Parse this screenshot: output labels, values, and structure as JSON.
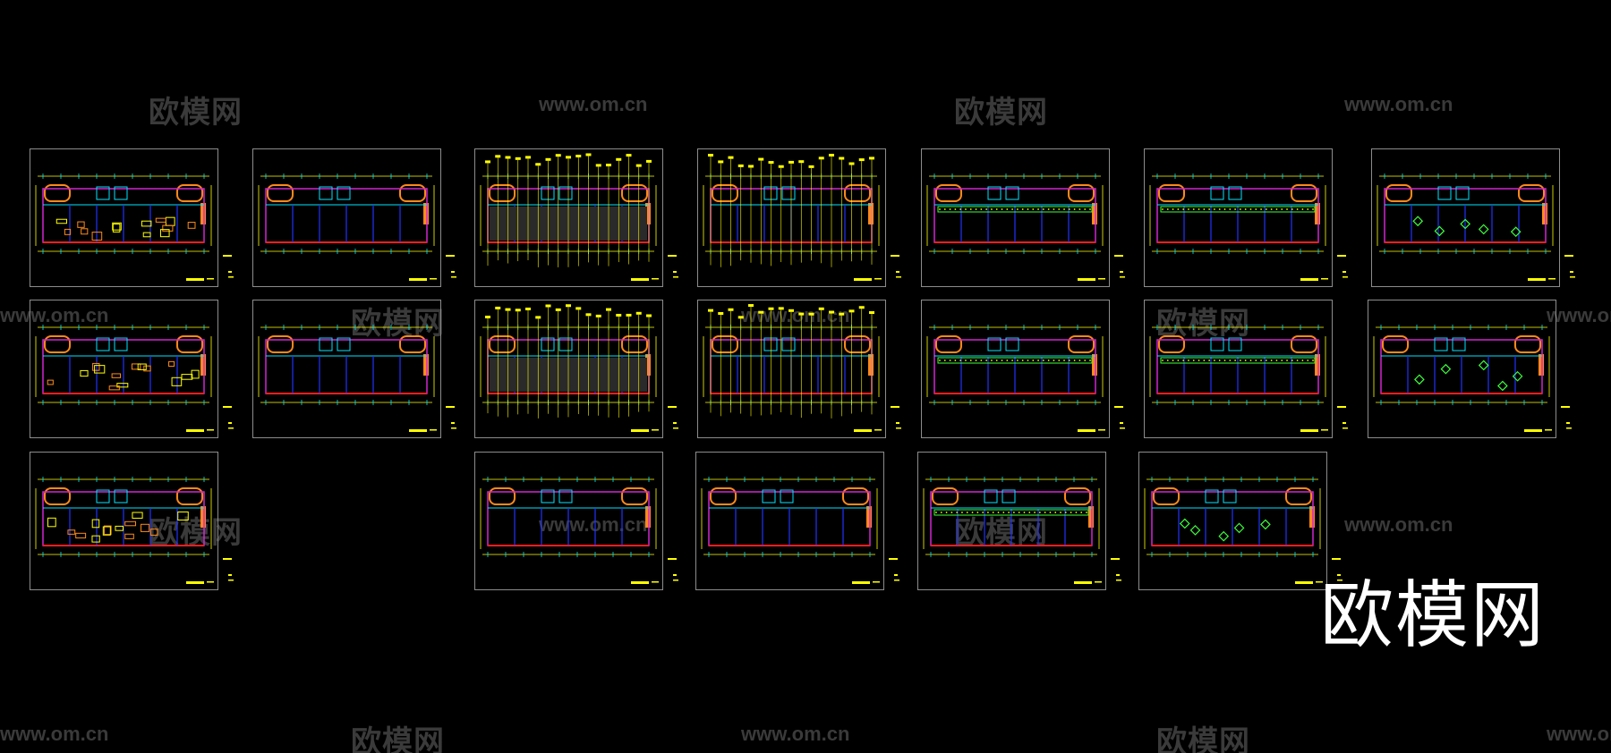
{
  "watermarks": {
    "cn_text": "欧模网",
    "url_text": "www.om.cn"
  },
  "logo": {
    "text": "欧模网"
  },
  "colors": {
    "background": "#000000",
    "frame": "#8c8c8c",
    "wall": "#d126d1",
    "dim_line": "#ffff00",
    "cyan": "#00e5ff",
    "blue": "#2233ff",
    "orange": "#ff8a1a",
    "red": "#ff2020",
    "green": "#3cff3c"
  },
  "sheets": [
    {
      "id": "r1-1",
      "variant": "furniture"
    },
    {
      "id": "r1-2",
      "variant": "plain"
    },
    {
      "id": "r1-3",
      "variant": "hatch-dims"
    },
    {
      "id": "r1-4",
      "variant": "dense-dims"
    },
    {
      "id": "r1-5",
      "variant": "ceiling"
    },
    {
      "id": "r1-6",
      "variant": "lighting"
    },
    {
      "id": "r1-7",
      "variant": "diamond"
    },
    {
      "id": "r2-1",
      "variant": "furniture"
    },
    {
      "id": "r2-2",
      "variant": "plain"
    },
    {
      "id": "r2-3",
      "variant": "hatch-dims"
    },
    {
      "id": "r2-4",
      "variant": "dense-dims"
    },
    {
      "id": "r2-5",
      "variant": "ceiling"
    },
    {
      "id": "r2-6",
      "variant": "lighting"
    },
    {
      "id": "r2-7",
      "variant": "diamond"
    },
    {
      "id": "r3-1",
      "variant": "furniture"
    },
    {
      "id": "r3-3",
      "variant": "plain"
    },
    {
      "id": "r3-4",
      "variant": "plain"
    },
    {
      "id": "r3-5",
      "variant": "ceiling"
    },
    {
      "id": "r3-6",
      "variant": "diamond"
    }
  ]
}
